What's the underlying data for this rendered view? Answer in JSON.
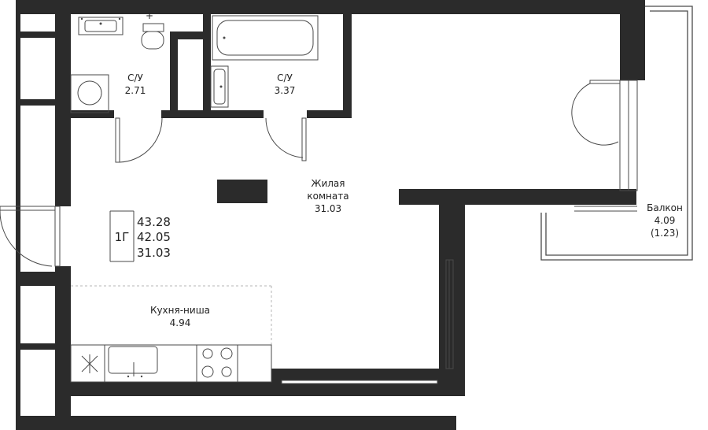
{
  "rooms": {
    "bathroom_1": {
      "label": "С/У",
      "area": "2.71"
    },
    "bathroom_2": {
      "label": "С/У",
      "area": "3.37"
    },
    "living": {
      "label_line1": "Жилая",
      "label_line2": "комната",
      "area": "31.03"
    },
    "balcony": {
      "label": "Балкон",
      "area": "4.09",
      "area_reduced": "(1.23)"
    },
    "kitchen": {
      "label": "Кухня-ниша",
      "area": "4.94"
    }
  },
  "summary": {
    "type": "1Г",
    "total_area": "43.28",
    "area_without_balcony": "42.05",
    "living_area": "31.03"
  },
  "colors": {
    "wall": "#2b2b2b",
    "line": "#4a4a4a",
    "dash": "#b5b5b5"
  }
}
